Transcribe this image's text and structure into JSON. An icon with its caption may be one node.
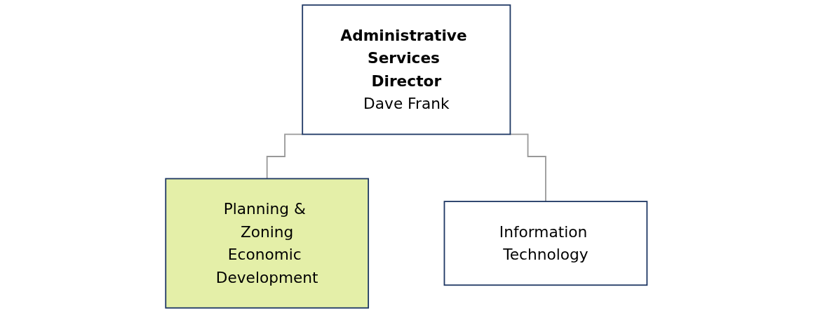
{
  "diagram": {
    "nodes": [
      {
        "text": [
          "Administrative Services Director",
          "Dave Frank"
        ]
      },
      {
        "text": [
          "Planning & Zoning",
          "Economic Development"
        ]
      },
      {
        "text": [
          "Information Technology"
        ]
      }
    ],
    "edges": [
      {
        "from": 0,
        "to": 1,
        "arrow": "none"
      },
      {
        "from": 0,
        "to": 2,
        "arrow": "none"
      }
    ]
  }
}
